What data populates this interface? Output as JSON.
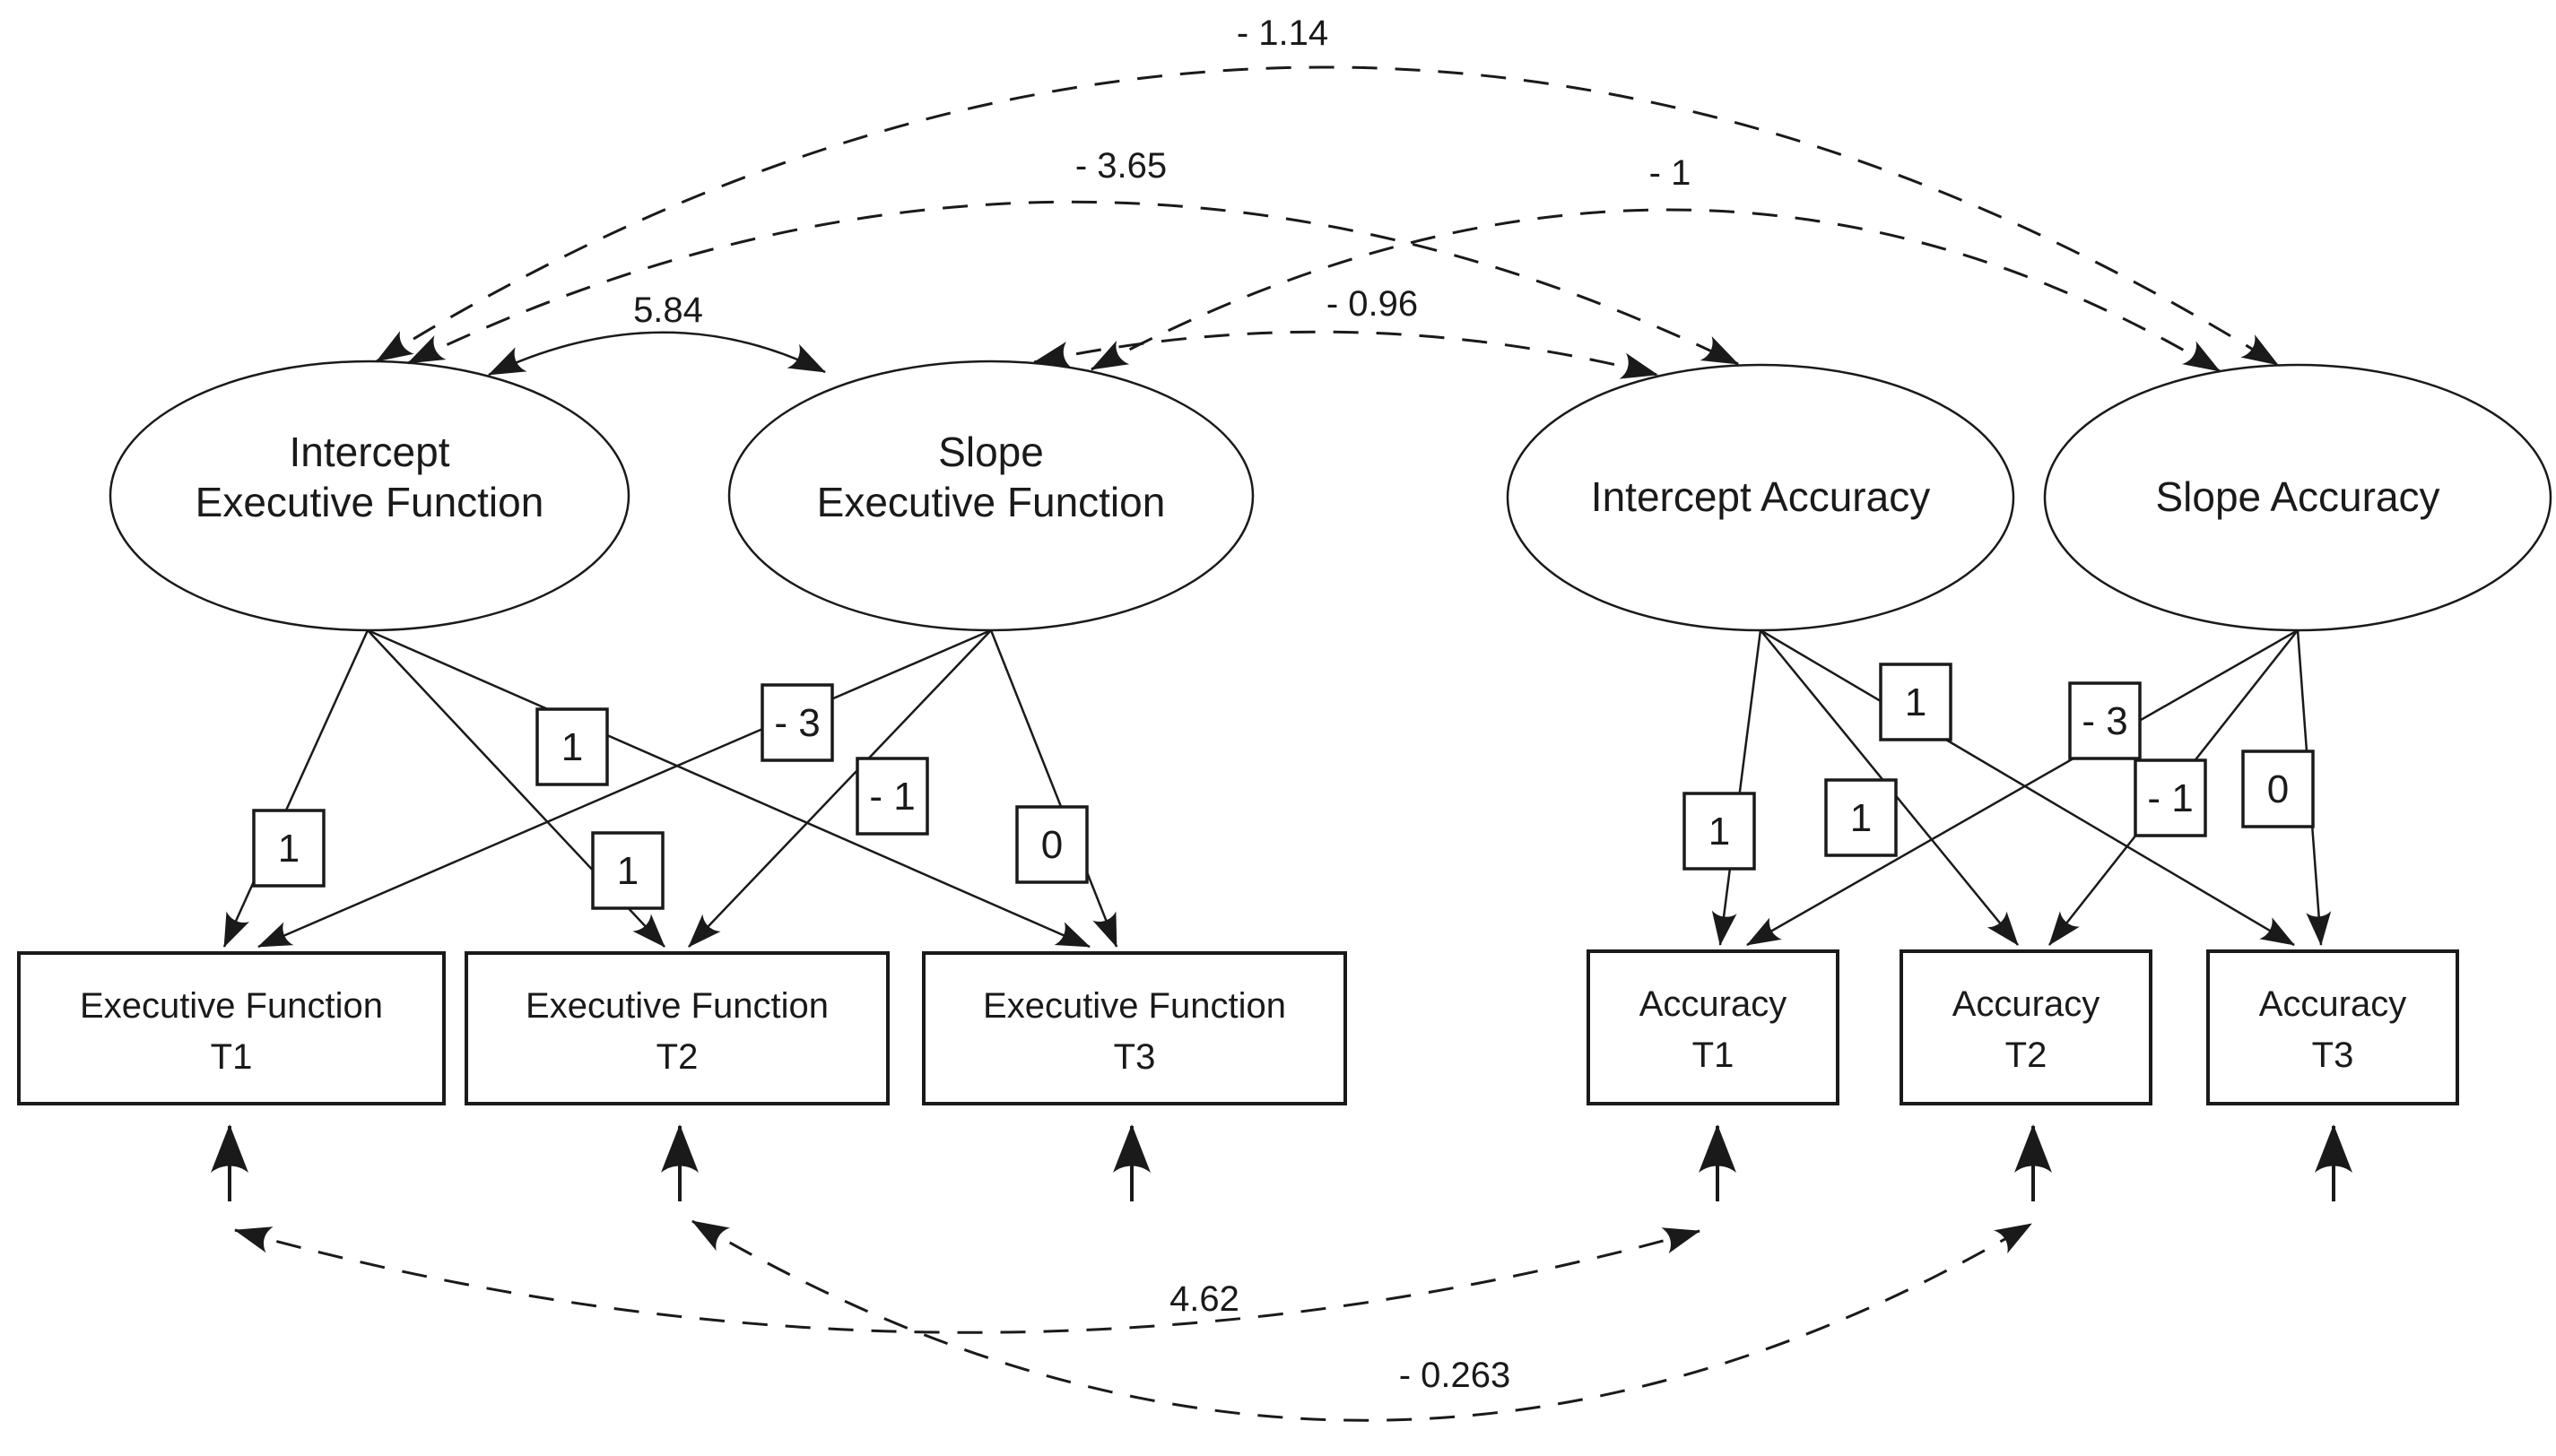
{
  "model": {
    "latents": [
      {
        "id": "intercept_ef",
        "line1": "Intercept",
        "line2": "Executive Function"
      },
      {
        "id": "slope_ef",
        "line1": "Slope",
        "line2": "Executive Function"
      },
      {
        "id": "intercept_acc",
        "line1": "Intercept Accuracy"
      },
      {
        "id": "slope_acc",
        "line1": "Slope Accuracy"
      }
    ],
    "observed": [
      {
        "id": "ef_t1",
        "line1": "Executive Function",
        "line2": "T1"
      },
      {
        "id": "ef_t2",
        "line1": "Executive Function",
        "line2": "T2"
      },
      {
        "id": "ef_t3",
        "line1": "Executive Function",
        "line2": "T3"
      },
      {
        "id": "acc_t1",
        "line1": "Accuracy",
        "line2": "T1"
      },
      {
        "id": "acc_t2",
        "line1": "Accuracy",
        "line2": "T2"
      },
      {
        "id": "acc_t3",
        "line1": "Accuracy",
        "line2": "T3"
      }
    ],
    "loading_labels": [
      "1",
      "1",
      "1",
      "- 3",
      "- 1",
      "0",
      "1",
      "1",
      "1",
      "- 3",
      "- 1",
      "0"
    ],
    "covariances": {
      "ief_sef": "5.84",
      "ief_iacc": "- 3.65",
      "ief_sacc": "- 1.14",
      "sef_iacc": "- 0.96",
      "sef_sacc": "- 1",
      "eft1_acct1": "4.62",
      "eft2_acct2": "- 0.263"
    },
    "colors": {
      "ink": "#1a1a1a",
      "background": "#ffffff"
    }
  }
}
